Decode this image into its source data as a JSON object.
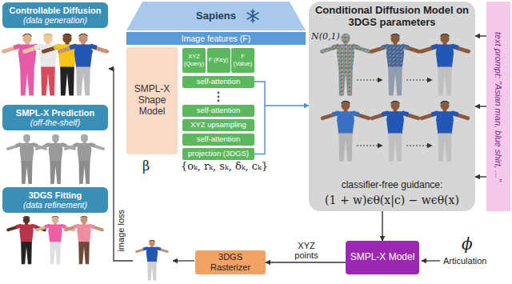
{
  "diagram": {
    "nodes": [
      {
        "text": [
          "Controllable Diffusion",
          "(data generation)"
        ]
      },
      {
        "text": [
          "SMPL-X Prediction",
          "(off-the-shelf)"
        ]
      },
      {
        "text": [
          "3DGS Fitting",
          "(data refinement)"
        ]
      },
      {
        "text": [
          "Sapiens"
        ]
      },
      {
        "text": [
          "Image features (F)"
        ]
      },
      {
        "text": [
          "SMPL-X Shape Model"
        ]
      },
      {
        "text": [
          "XYZ (Query)"
        ]
      },
      {
        "text": [
          "F (Key)"
        ]
      },
      {
        "text": [
          "F (Value)"
        ]
      },
      {
        "text": [
          "self-attention"
        ]
      },
      {
        "text": [
          "self-attention"
        ]
      },
      {
        "text": [
          "XYZ upsampling"
        ]
      },
      {
        "text": [
          "self-attention"
        ]
      },
      {
        "text": [
          "projection (3DGS)"
        ]
      },
      {
        "text": [
          "Conditional Diffusion Model on 3DGS parameters",
          "classifier-free guidance:",
          "(1 + w)ϵθ(x|c) − wϵθ(x)"
        ]
      },
      {
        "text": [
          "text prompt: \"Asian man, blue shirt, ...\""
        ]
      },
      {
        "text": [
          "3DGS Rasterizer"
        ]
      },
      {
        "text": [
          "SMPL-X Model"
        ]
      }
    ],
    "edges": [
      {
        "from": 13,
        "to": 14,
        "arrow": "to"
      },
      {
        "from": 15,
        "to": 14,
        "arrow": "to"
      },
      {
        "from": 15,
        "to": 14,
        "arrow": "to"
      },
      {
        "from": 15,
        "to": 14,
        "arrow": "to"
      },
      {
        "from": 14,
        "to": 17,
        "arrow": "to"
      },
      {
        "from": 17,
        "to": 16,
        "label": "XYZ points",
        "arrow": "to"
      }
    ],
    "labels": [
      "N(0,1)",
      "β",
      "{oₖ, rₖ, sₖ, δₖ, cₖ}",
      "image loss",
      "ϕ",
      "Articulation"
    ]
  }
}
